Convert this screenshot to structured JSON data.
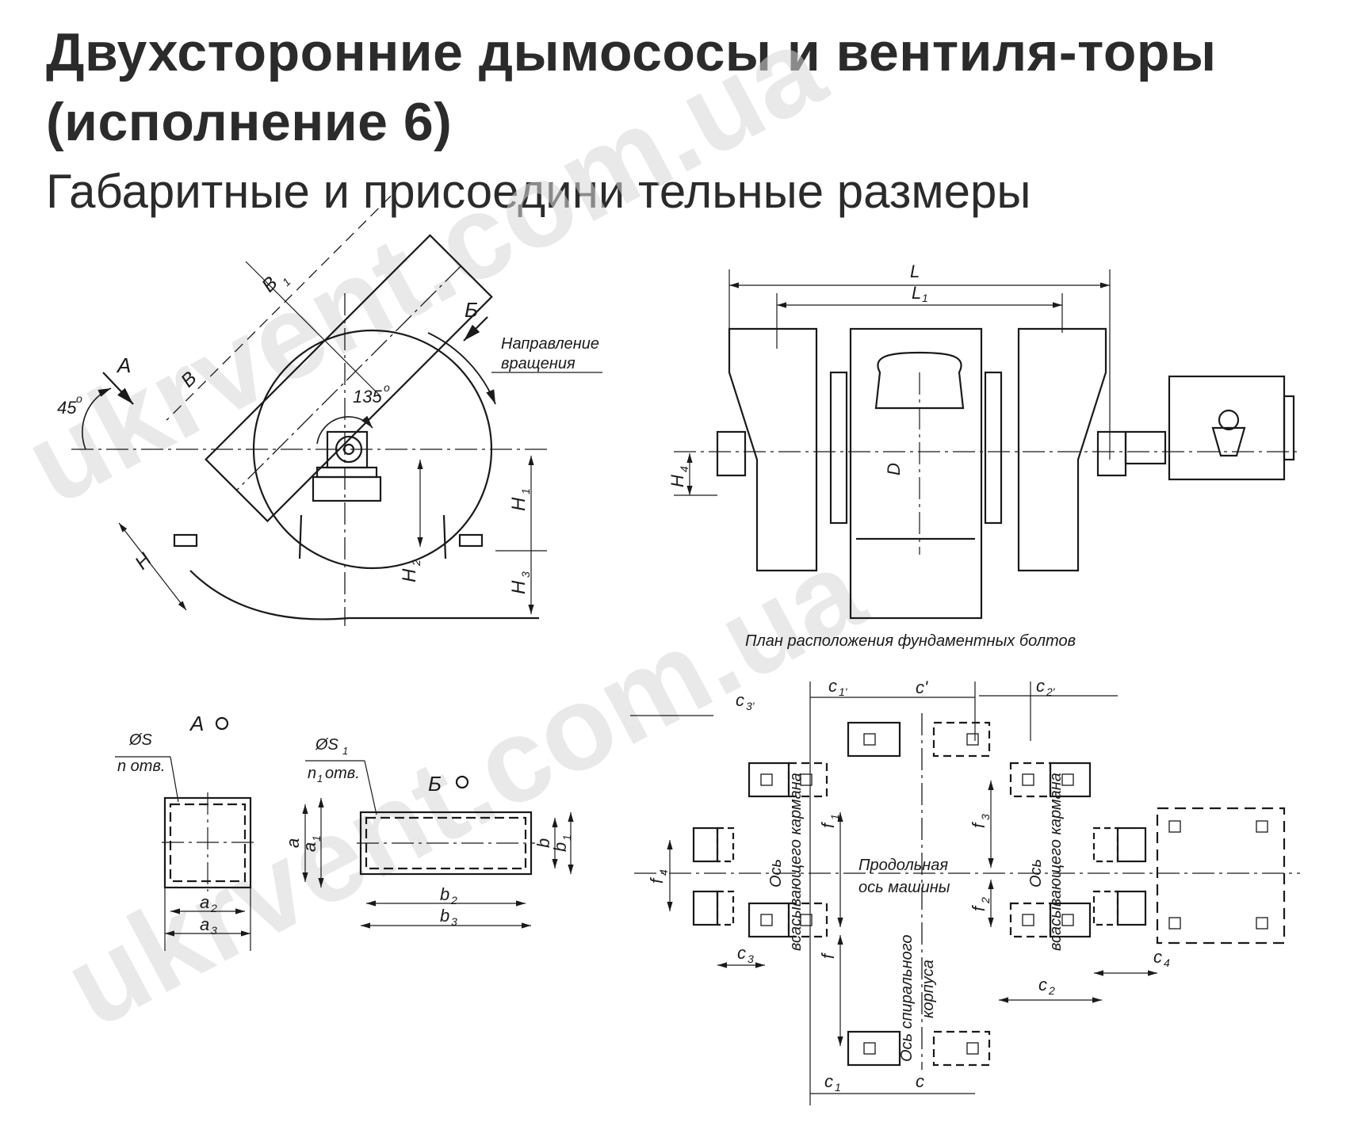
{
  "title": "Двухсторонние дымососы и вентиля-торы (исполнение 6)",
  "subtitle": "Габаритные и присоедини тельные размеры",
  "watermark": "ukrvent.com.ua",
  "side_view": {
    "angle_45": "45",
    "angle_135": "135",
    "degree_mark": "o",
    "view_a": "А",
    "view_b": "Б",
    "rotation_label_1": "Направление",
    "rotation_label_2": "вращения",
    "dims": {
      "B1": "B",
      "B1_sub": "1",
      "B": "B",
      "H": "H",
      "H1": "H",
      "H1_sub": "1",
      "H2": "H",
      "H2_sub": "2",
      "H3": "H",
      "H3_sub": "3"
    }
  },
  "front_view": {
    "L": "L",
    "L1": "L",
    "L1_sub": "1",
    "D": "D",
    "H4": "H",
    "H4_sub": "4",
    "caption": "План расположения фундаментных болтов"
  },
  "flange_a": {
    "title": "А",
    "s_label": "ØS",
    "n_label": "n отв.",
    "a": "a",
    "a1": "a",
    "a1_sub": "1",
    "a2": "a",
    "a2_sub": "2",
    "a3": "a",
    "a3_sub": "3"
  },
  "flange_b": {
    "title": "Б",
    "s_label": "ØS",
    "s_sub": "1",
    "n_label": "n",
    "n_sub": "1",
    "n_tail": "отв.",
    "b": "b",
    "b1": "b",
    "b1_sub": "1",
    "b2": "b",
    "b2_sub": "2",
    "b3": "b",
    "b3_sub": "3"
  },
  "bolt_plan": {
    "c": "c",
    "c_prime": "c'",
    "c1": "c",
    "c1_sub": "1",
    "c1_prime_sub": "1'",
    "c2": "c",
    "c2_sub": "2",
    "c2_prime_sub": "2'",
    "c3": "c",
    "c3_sub": "3",
    "c3_prime_sub": "3'",
    "c4": "c",
    "c4_sub": "4",
    "f": "f",
    "f1": "f",
    "f1_sub": "1",
    "f2": "f",
    "f2_sub": "2",
    "f3": "f",
    "f3_sub": "3",
    "f4": "f",
    "f4_sub": "4",
    "axis_longitudinal_1": "Продольная",
    "axis_longitudinal_2": "ось машины",
    "axis_suction_1": "Ось",
    "axis_suction_2": "всасывающего кармана",
    "axis_spiral_1": "Ось спирального",
    "axis_spiral_2": "корпуса"
  }
}
